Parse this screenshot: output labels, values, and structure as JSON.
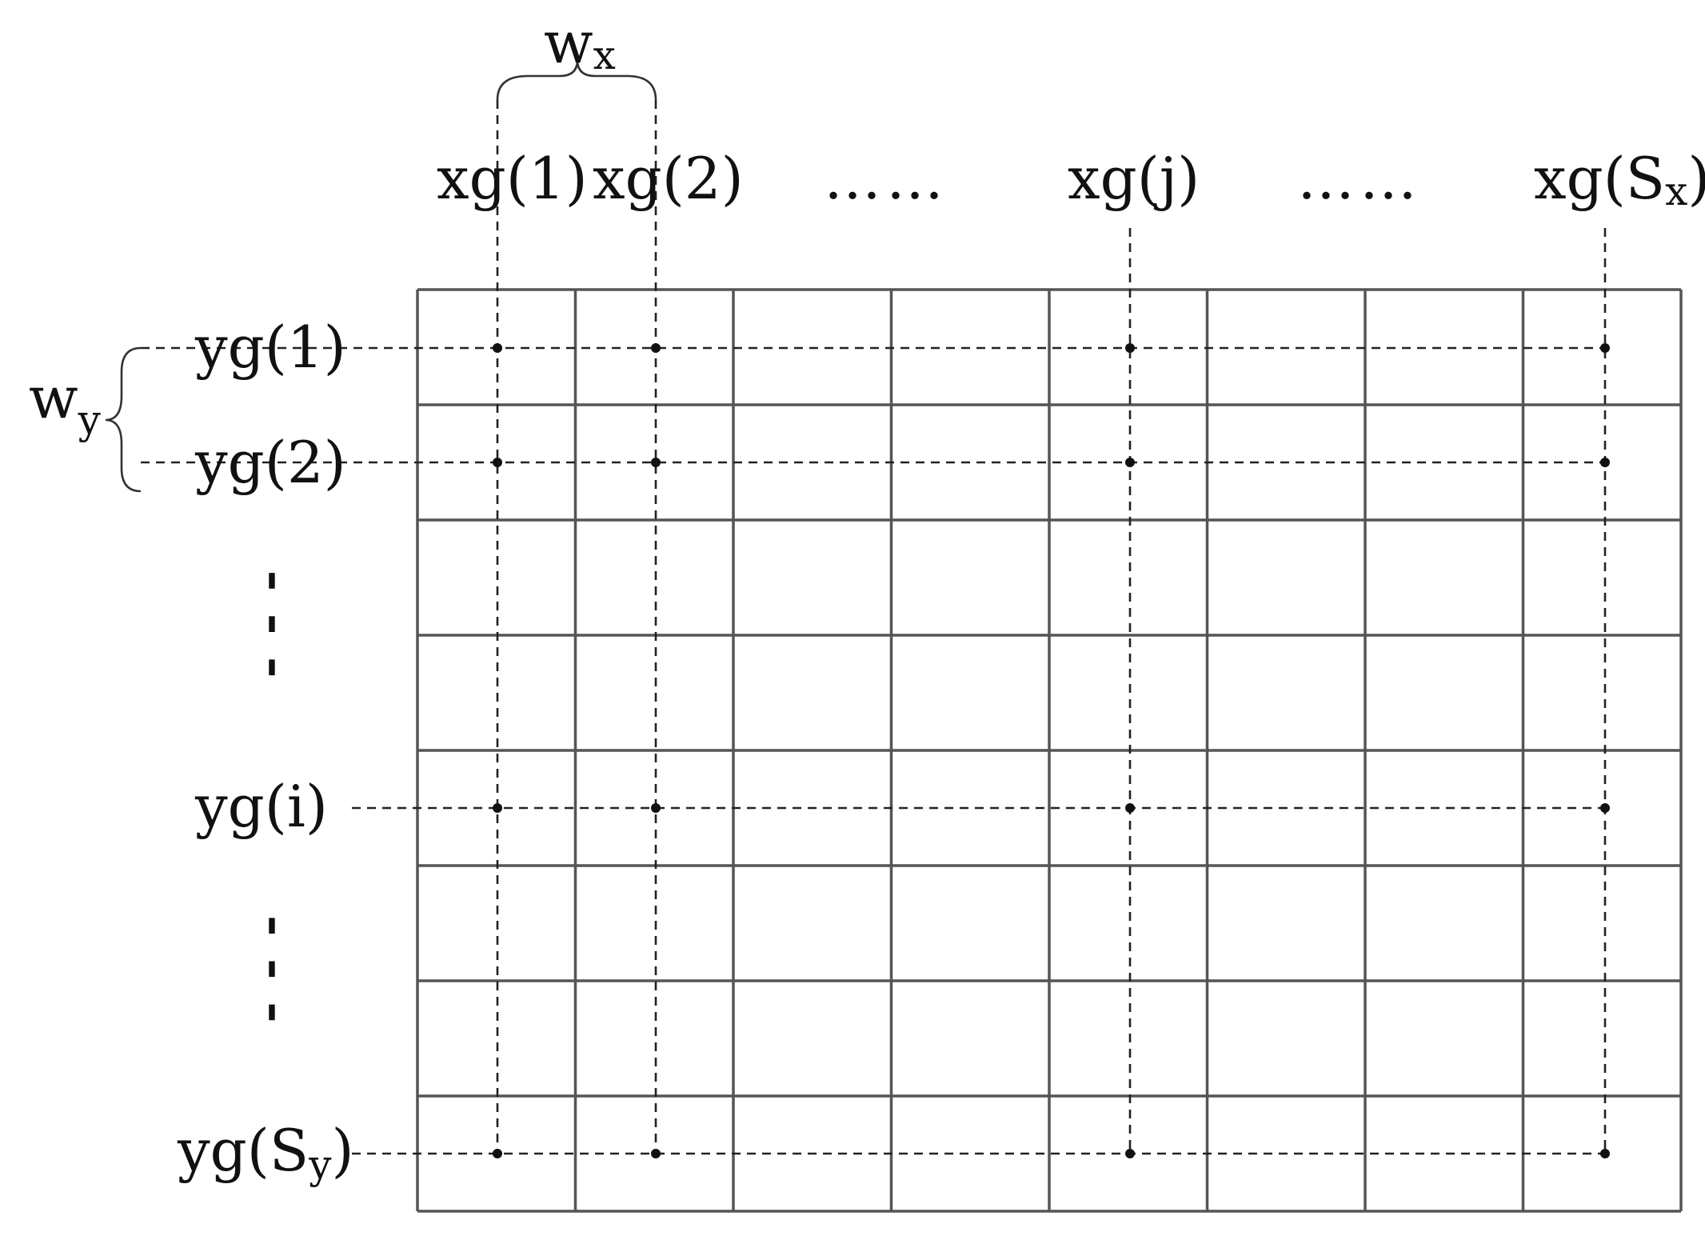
{
  "labels": {
    "wx": {
      "base": "w",
      "sub": "x"
    },
    "wy": {
      "base": "w",
      "sub": "y"
    },
    "xg1": "xg(1)",
    "xg2": "xg(2)",
    "xgj": "xg(j)",
    "xgSx": {
      "prefix": "xg(",
      "base": "S",
      "sub": "x",
      "suffix": ")"
    },
    "yg1": "yg(1)",
    "yg2": "yg(2)",
    "ygi": "yg(i)",
    "ygSy": {
      "prefix": "yg(",
      "base": "S",
      "sub": "y",
      "suffix": ")"
    },
    "ellipsis_h": "……",
    "ellipsis_v": "⋮"
  },
  "grid": {
    "columns": 8,
    "rows": 8
  },
  "sample_points": {
    "x_indices": [
      "1",
      "2",
      "j",
      "Sx"
    ],
    "y_indices": [
      "1",
      "2",
      "i",
      "Sy"
    ]
  },
  "colors": {
    "grid_line": "#555555",
    "guide_line": "#222222",
    "text": "#111111",
    "background": "#ffffff"
  }
}
